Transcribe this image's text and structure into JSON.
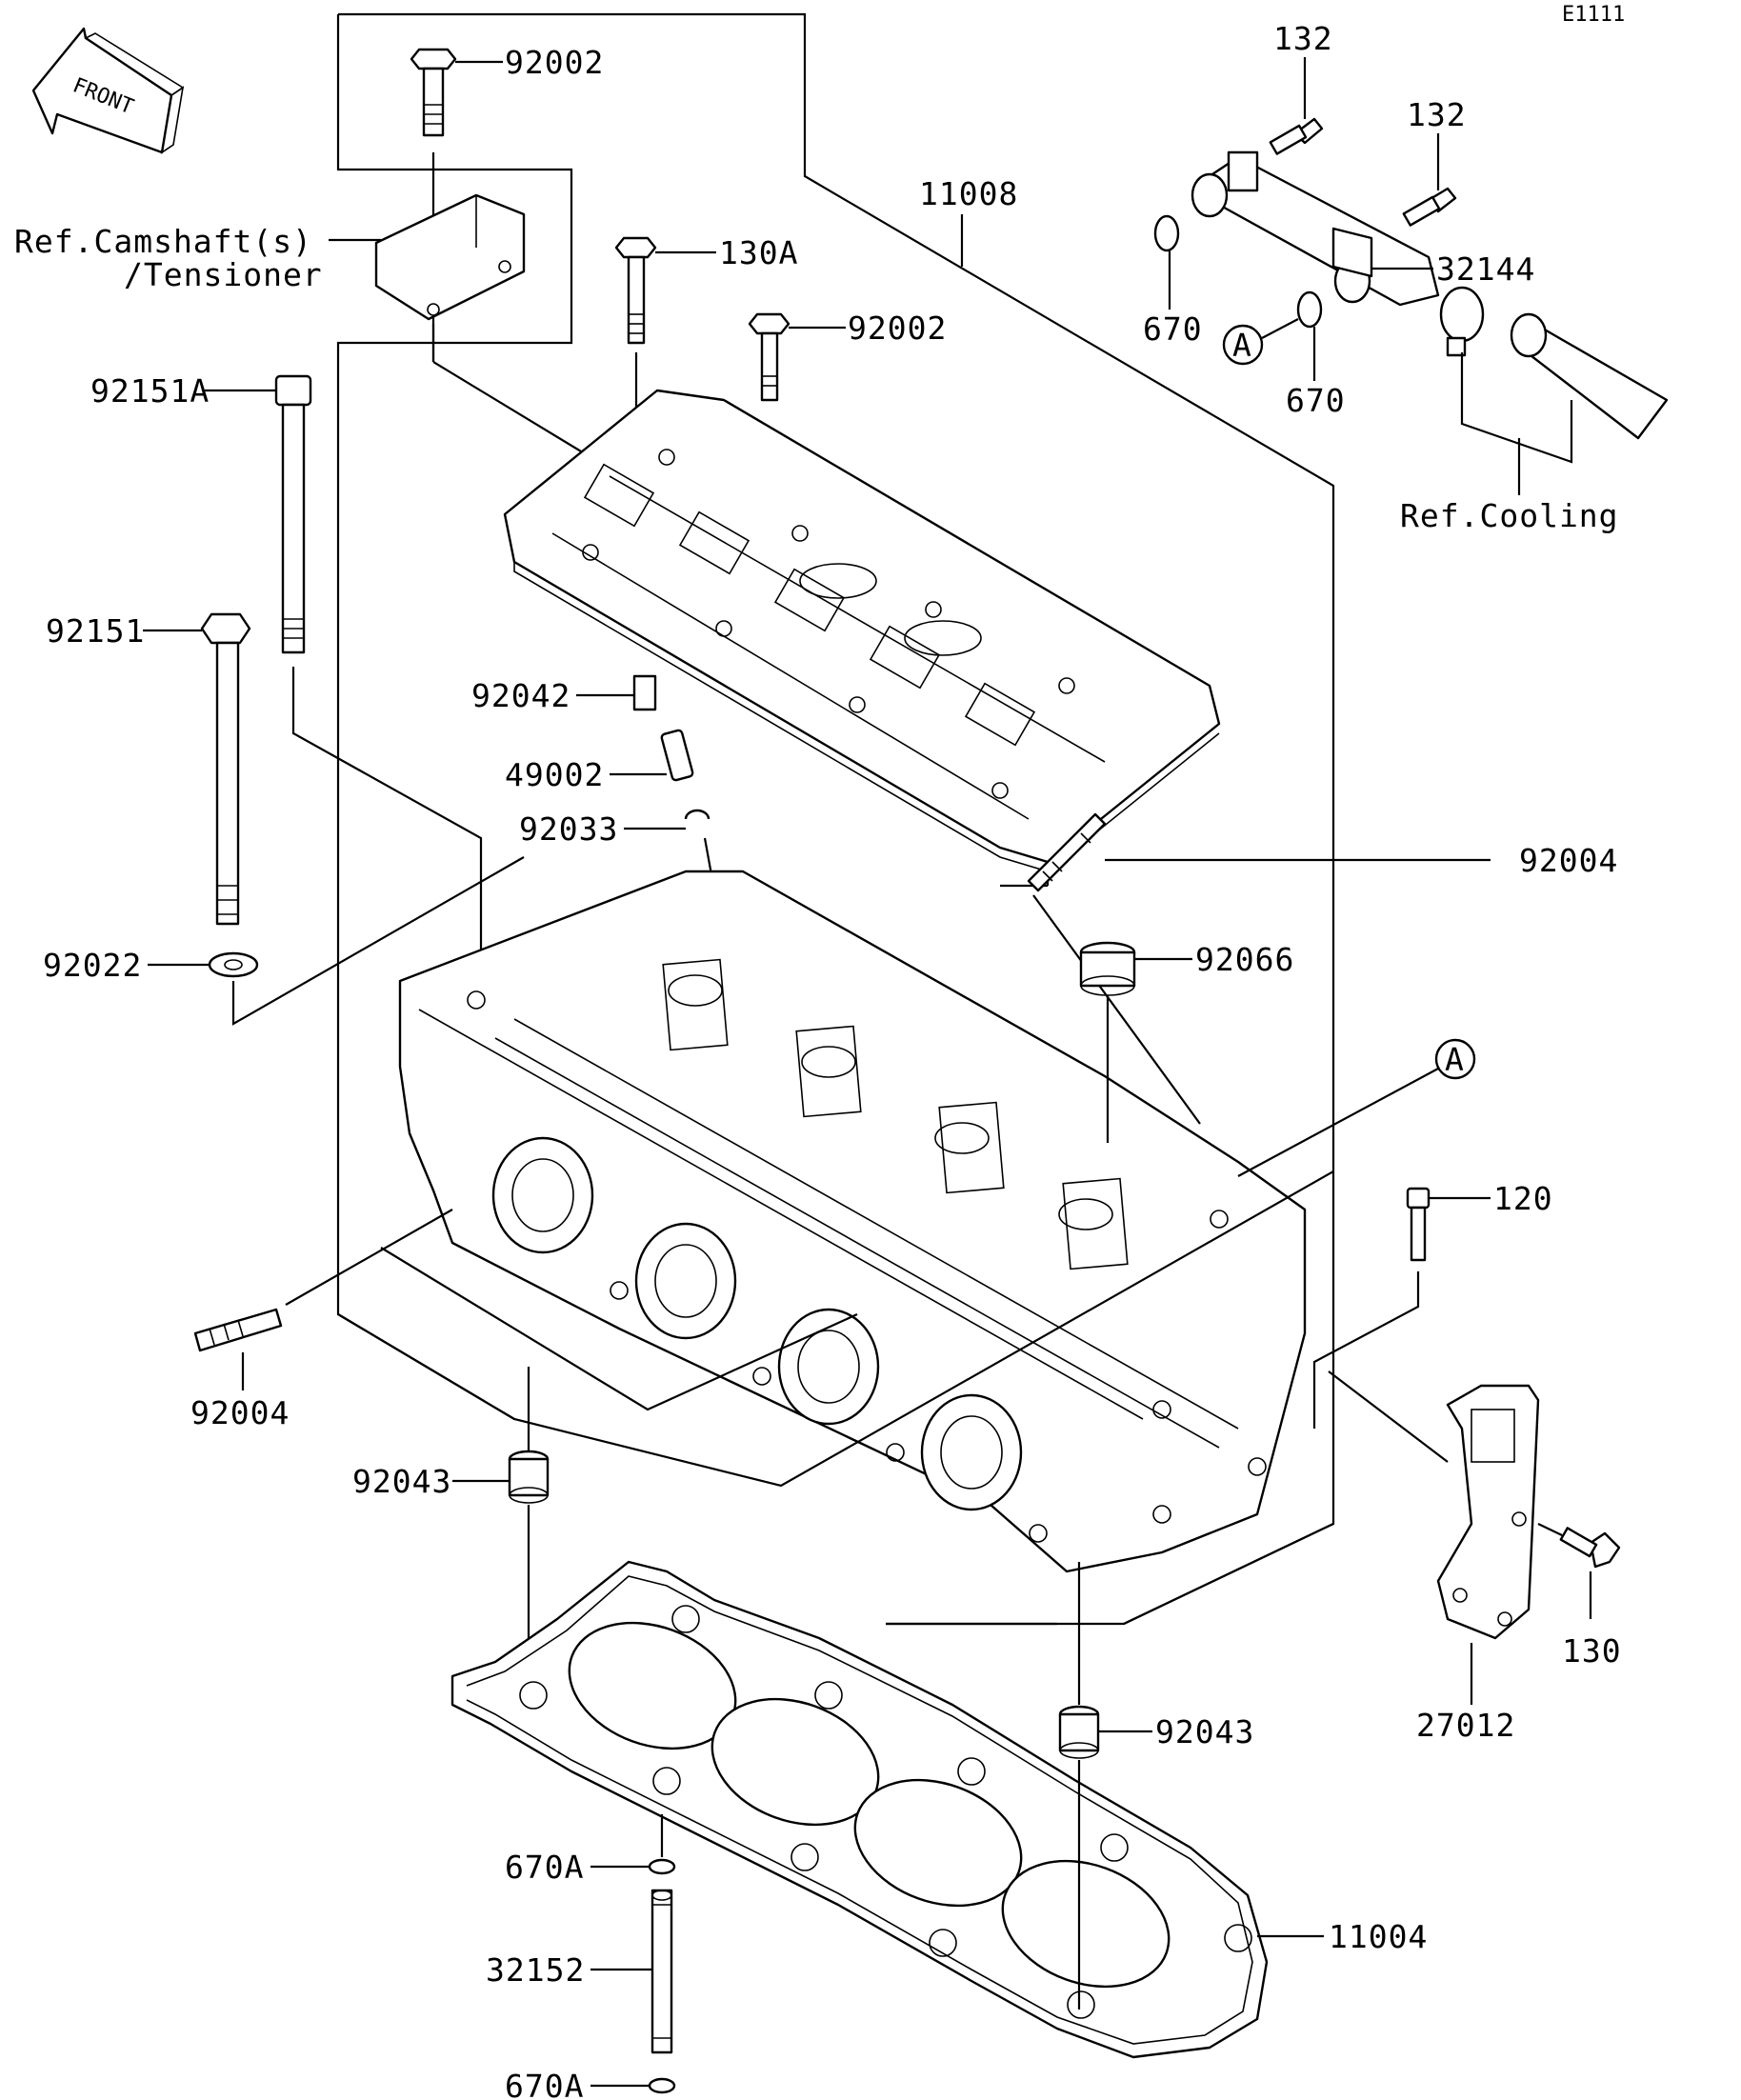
{
  "diagram": {
    "code": "E1111",
    "front_label": "FRONT",
    "ref_camshaft": [
      "Ref.Camshaft(s)",
      "/Tensioner"
    ],
    "ref_cooling": "Ref.Cooling",
    "callout_a": "A",
    "parts": {
      "p92002a": "92002",
      "p92002b": "92002",
      "p130A": "130A",
      "p11008": "11008",
      "p132a": "132",
      "p132b": "132",
      "p32144": "32144",
      "p670a": "670",
      "p670b": "670",
      "p92151A": "92151A",
      "p92151": "92151",
      "p92042": "92042",
      "p49002": "49002",
      "p92033": "92033",
      "p92004a": "92004",
      "p92066": "92066",
      "p92022": "92022",
      "p120": "120",
      "p92004b": "92004",
      "p92043a": "92043",
      "p27012": "27012",
      "p130": "130",
      "p92043b": "92043",
      "p670Aa": "670A",
      "p11004": "11004",
      "p32152": "32152",
      "p670Ab": "670A"
    }
  }
}
